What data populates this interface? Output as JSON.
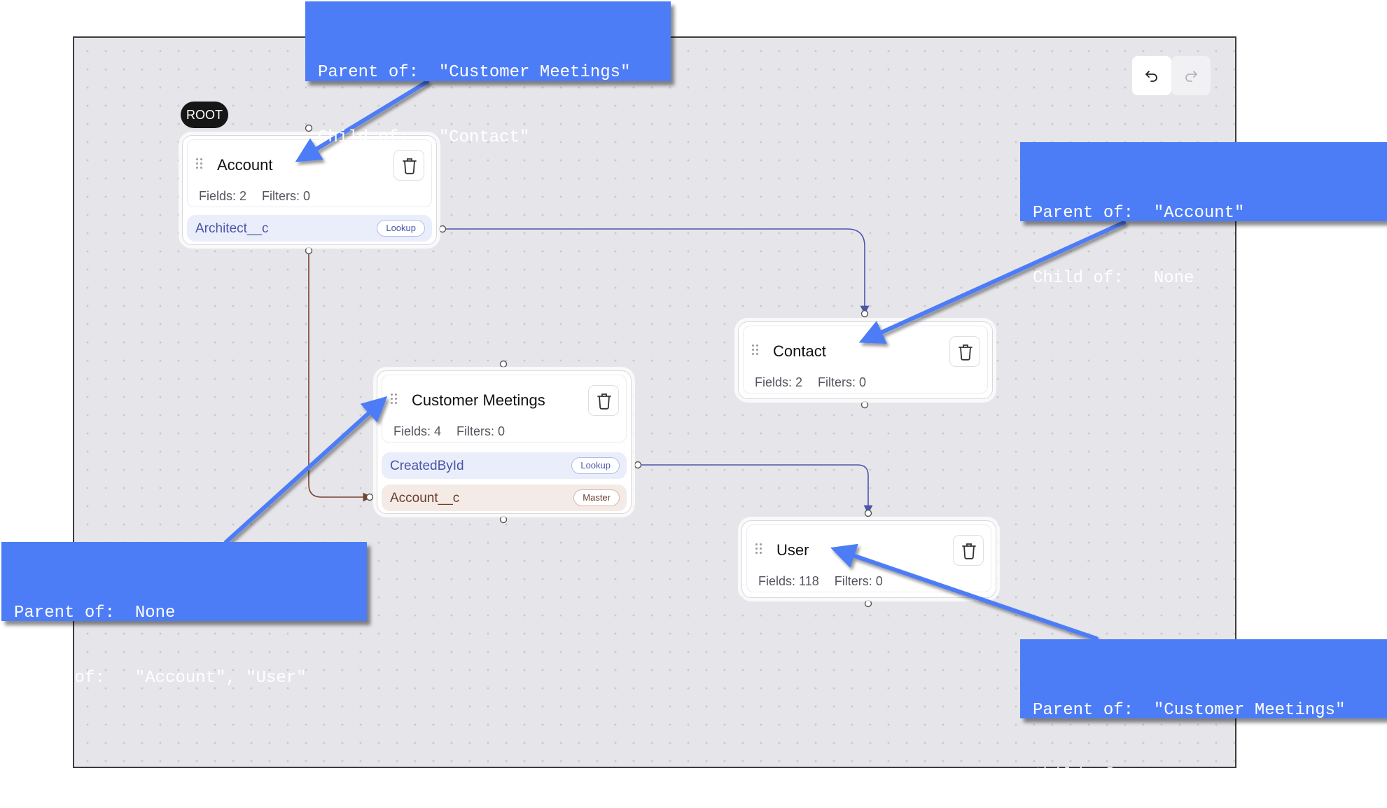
{
  "diagram": {
    "root_badge": "ROOT",
    "nodes": [
      {
        "title": "Account",
        "fields_text": "Fields: 2",
        "filters_text": "Filters: 0",
        "rows": [
          {
            "name": "Architect__c",
            "kind": "Lookup"
          }
        ]
      },
      {
        "title": "Contact",
        "fields_text": "Fields: 2",
        "filters_text": "Filters: 0",
        "rows": []
      },
      {
        "title": "Customer Meetings",
        "fields_text": "Fields: 4",
        "filters_text": "Filters: 0",
        "rows": [
          {
            "name": "CreatedById",
            "kind": "Lookup"
          },
          {
            "name": "Account__c",
            "kind": "Master"
          }
        ]
      },
      {
        "title": "User",
        "fields_text": "Fields: 118",
        "filters_text": "Filters: 0",
        "rows": []
      }
    ],
    "edges": [
      {
        "from": "Account.Architect__c",
        "to": "Contact",
        "type": "Lookup"
      },
      {
        "from": "Account",
        "to": "Customer Meetings.Account__c",
        "type": "Master"
      },
      {
        "from": "Customer Meetings.CreatedById",
        "to": "User",
        "type": "Lookup"
      }
    ]
  },
  "toolbar": {
    "undo_icon": "undo-icon",
    "redo_icon": "redo-icon"
  },
  "callouts": [
    {
      "line1": "Parent of:  \"Customer Meetings\"",
      "line2": "Child of:   \"Contact\""
    },
    {
      "line1": "Parent of:  \"Account\"",
      "line2": "Child of:   None"
    },
    {
      "line1": "Parent of:  None",
      "line2": "Child of:   \"Account\", \"User\""
    },
    {
      "line1": "Parent of:  \"Customer Meetings\"",
      "line2": "Child of:   None"
    }
  ],
  "colors": {
    "callout_bg": "#4d7cf7",
    "lookup_edge": "#4b55a8",
    "master_edge": "#7a3f2e",
    "canvas_bg": "#e6e6ea"
  }
}
